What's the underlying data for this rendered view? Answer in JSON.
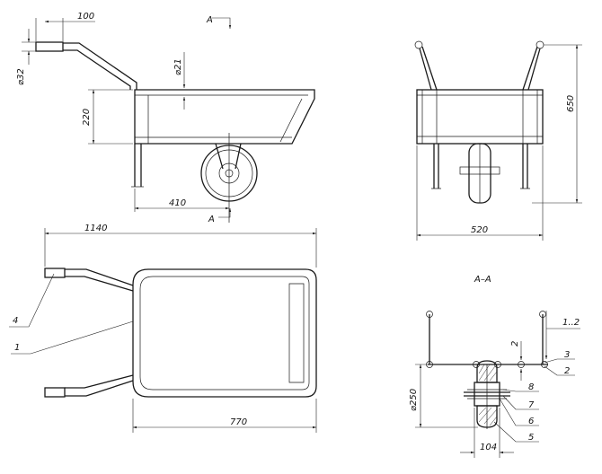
{
  "section_mark": "A",
  "section_title": "A–A",
  "dims": {
    "handle_len": "100",
    "handle_dia": "⌀32",
    "tube_dia": "⌀21",
    "tray_depth": "220",
    "axle_pos": "410",
    "overall_len": "1140",
    "frame_len": "770",
    "height": "650",
    "width": "520",
    "wheel_dia": "⌀250",
    "hub_width": "104",
    "gap_a": "2",
    "gap_b": "1..2"
  },
  "callouts": {
    "c1": "1",
    "c2": "2",
    "c3": "3",
    "c4": "4",
    "c5": "5",
    "c6": "6",
    "c7": "7",
    "c8": "8"
  }
}
